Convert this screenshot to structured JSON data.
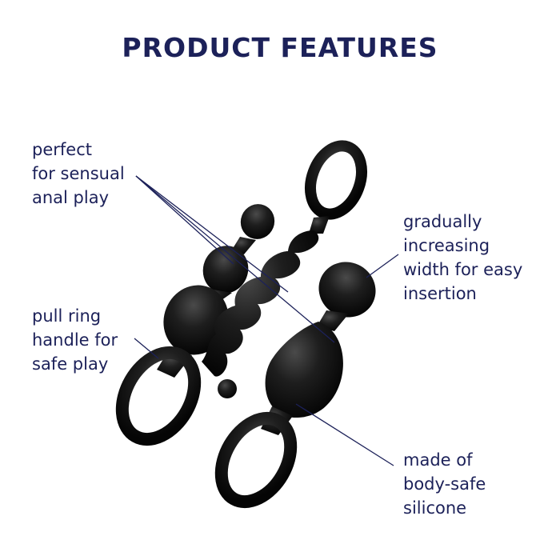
{
  "title": "PRODUCT FEATURES",
  "features": {
    "anal_play": [
      "perfect",
      "for sensual",
      "anal play"
    ],
    "pull_ring": [
      "pull ring",
      "handle for",
      "safe play"
    ],
    "gradual_width": [
      "gradually",
      "increasing",
      "width for easy",
      "insertion"
    ],
    "silicone": [
      "made of",
      "body-safe",
      "silicone"
    ]
  },
  "colors": {
    "text": "#1c2159",
    "product": "#161616",
    "leader_line": "#1c2159",
    "background": "#ffffff"
  },
  "icons": [
    "beaded-plug-icon",
    "spiral-plug-icon",
    "teardrop-plug-icon"
  ]
}
